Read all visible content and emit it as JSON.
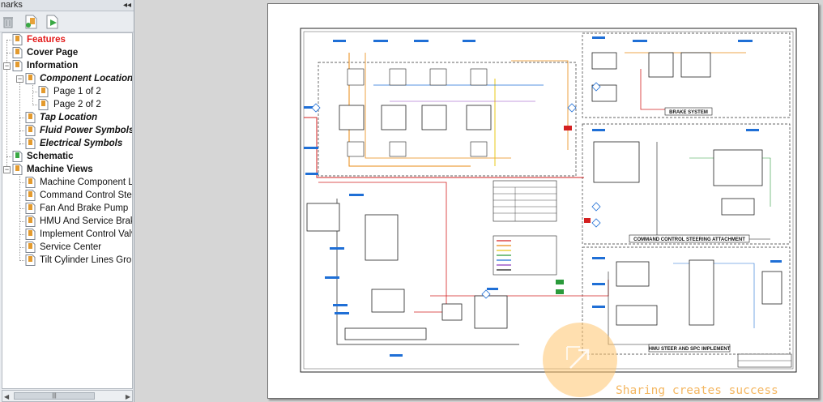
{
  "panel": {
    "title": "narks",
    "collapse_glyph": "◂◂"
  },
  "toolbar": {
    "buttons": [
      {
        "icon": "delete-bookmark-icon"
      },
      {
        "icon": "new-bookmark-icon"
      },
      {
        "icon": "bookmark-options-icon"
      }
    ]
  },
  "tree": {
    "items": [
      {
        "label": "Features",
        "style": "bold red"
      },
      {
        "label": "Cover Page",
        "style": "bold"
      },
      {
        "label": "Information",
        "style": "bold"
      },
      {
        "label": "Component Location",
        "style": "bold italic"
      },
      {
        "label": "Page 1 of 2",
        "style": ""
      },
      {
        "label": "Page 2 of 2",
        "style": ""
      },
      {
        "label": "Tap Location",
        "style": "bold italic"
      },
      {
        "label": "Fluid Power Symbols",
        "style": "bold italic"
      },
      {
        "label": "Electrical Symbols",
        "style": "bold italic"
      },
      {
        "label": "Schematic",
        "style": "bold"
      },
      {
        "label": "Machine Views",
        "style": "bold"
      },
      {
        "label": "Machine Component Lo",
        "style": ""
      },
      {
        "label": "Command Control Stee",
        "style": ""
      },
      {
        "label": "Fan And Brake Pump",
        "style": ""
      },
      {
        "label": "HMU And Service Brake",
        "style": ""
      },
      {
        "label": "Implement Control Valv",
        "style": ""
      },
      {
        "label": "Service Center",
        "style": ""
      },
      {
        "label": "Tilt Cylinder Lines Group",
        "style": ""
      }
    ]
  },
  "scrollbar": {
    "grip": "|||"
  },
  "schematic": {
    "brake_label": "BRAKE SYSTEM",
    "steering_label": "COMMAND CONTROL STEERING ATTACHMENT",
    "hmu_label": "HMU STEER AND SPC IMPLEMENT",
    "colors": {
      "line": "#1a1a1a",
      "accent_blue": "#1f6fd6",
      "orange": "#e98a12",
      "red": "#d42020",
      "yellow": "#e8c81a",
      "green": "#2a9a3a",
      "purple": "#8a3bbf"
    }
  },
  "watermark": {
    "text": "Sharing creates success"
  }
}
